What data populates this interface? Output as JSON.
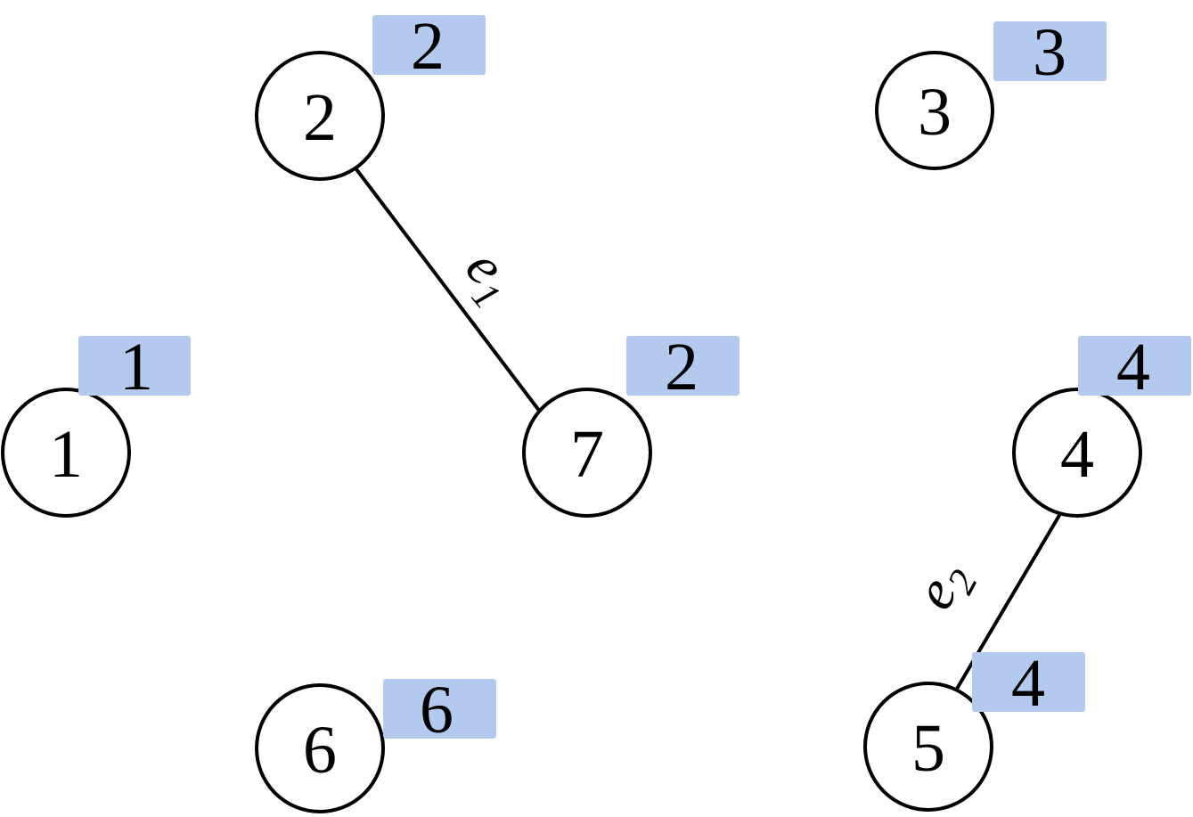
{
  "diagram": {
    "nodes": [
      {
        "id": "1",
        "label": "1",
        "tag": "1"
      },
      {
        "id": "2",
        "label": "2",
        "tag": "2"
      },
      {
        "id": "3",
        "label": "3",
        "tag": "3"
      },
      {
        "id": "4",
        "label": "4",
        "tag": "4"
      },
      {
        "id": "5",
        "label": "5",
        "tag": "4"
      },
      {
        "id": "6",
        "label": "6",
        "tag": "6"
      },
      {
        "id": "7",
        "label": "7",
        "tag": "2"
      }
    ],
    "edges": [
      {
        "from": "2",
        "to": "7",
        "label": "e",
        "subscript": "1"
      },
      {
        "from": "4",
        "to": "5",
        "label": "e",
        "subscript": "2"
      }
    ],
    "colors": {
      "tag_fill": "#b3c9ee",
      "stroke": "#000000",
      "background": "#ffffff"
    }
  }
}
